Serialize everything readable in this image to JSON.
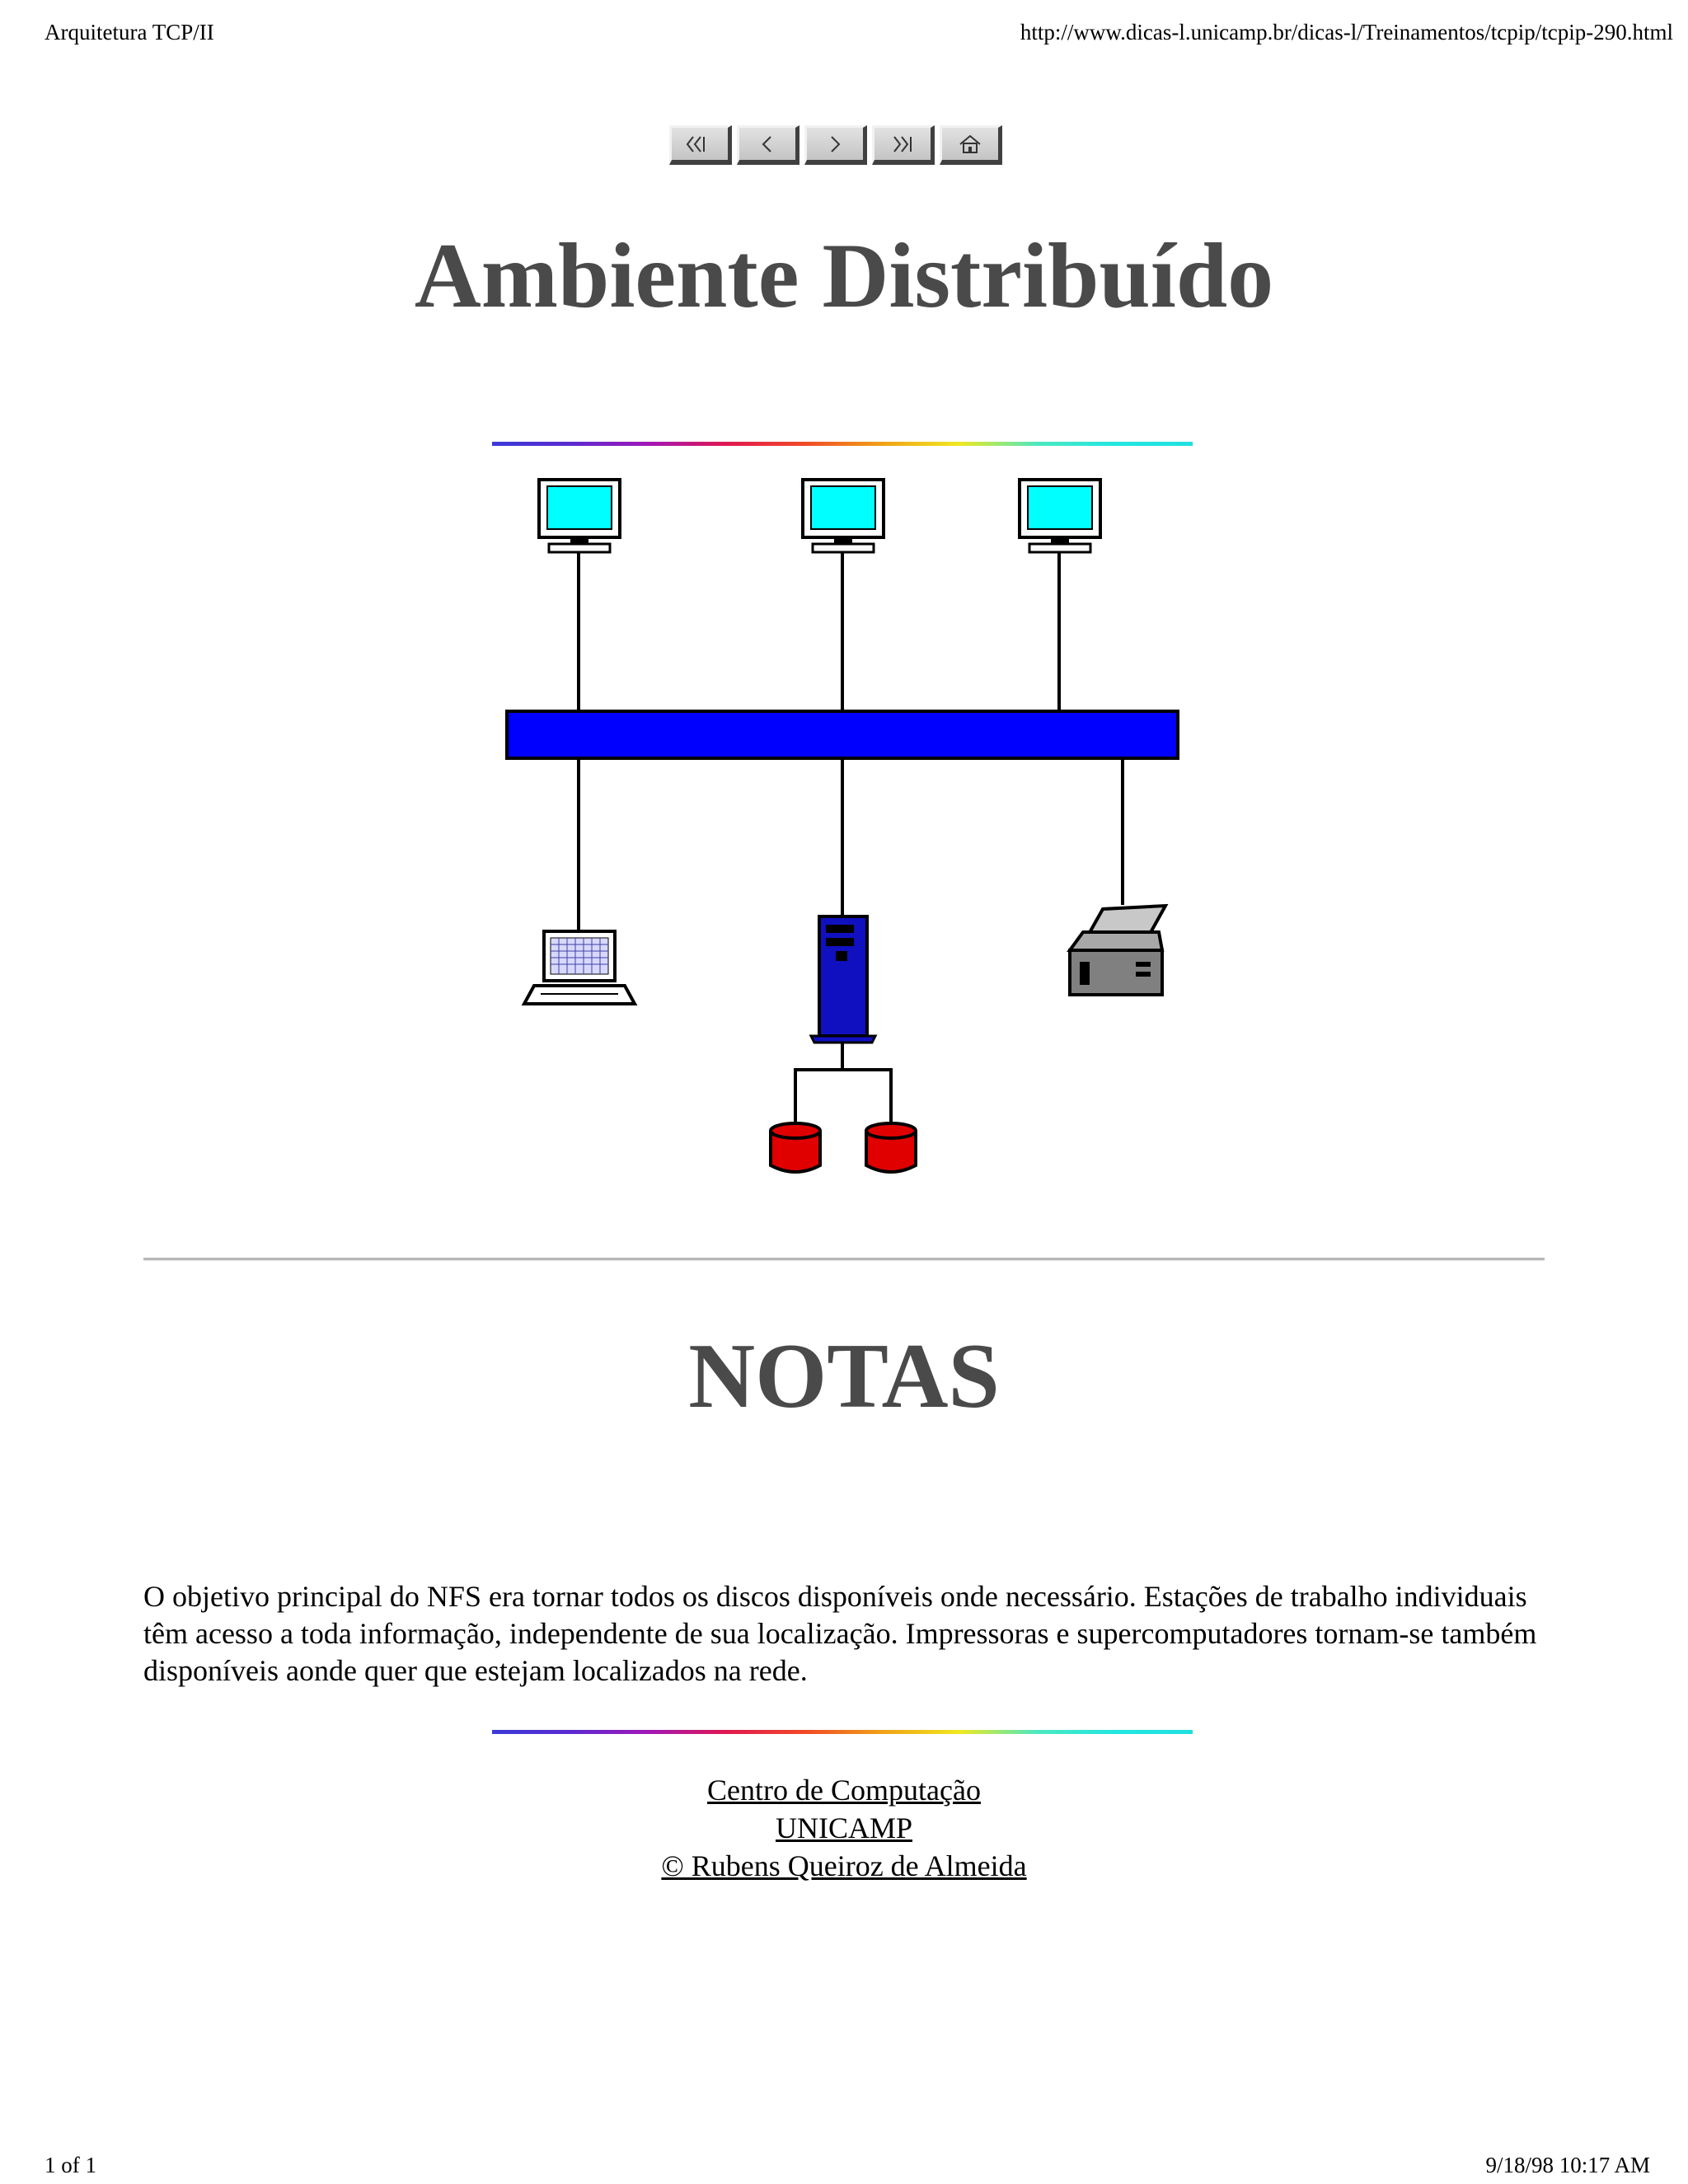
{
  "header": {
    "left": "Arquitetura TCP/II",
    "right": "http://www.dicas-l.unicamp.br/dicas-l/Treinamentos/tcpip/tcpip-290.html"
  },
  "nav": {
    "buttons": [
      {
        "icon": "first-page-icon"
      },
      {
        "icon": "previous-page-icon"
      },
      {
        "icon": "next-page-icon"
      },
      {
        "icon": "last-page-icon"
      },
      {
        "icon": "home-icon"
      }
    ]
  },
  "title": "Ambiente Distribuído",
  "notes_title": "NOTAS",
  "body_text": "O objetivo principal do NFS era tornar todos os discos disponíveis onde necessário. Estações de trabalho individuais têm acesso a toda informação, independente de sua localização. Impressoras e supercomputadores tornam-se também disponíveis aonde quer que estejam localizados na rede.",
  "credits": {
    "line1": "Centro de Computação",
    "line2": "UNICAMP",
    "line3": "© Rubens Queiroz de Almeida"
  },
  "footer": {
    "left": "1 of 1",
    "right": "9/18/98 10:17 AM"
  },
  "colors": {
    "title": "#4a4a4a",
    "network_bus": "#0000ff",
    "monitor_screen": "#00ffff",
    "server": "#1010c0",
    "disk": "#e00000"
  },
  "diagram": {
    "icons": [
      "workstation-icon",
      "workstation-icon",
      "workstation-icon",
      "network-bus",
      "laptop-icon",
      "server-icon",
      "printer-icon",
      "disk-icon",
      "disk-icon"
    ]
  }
}
